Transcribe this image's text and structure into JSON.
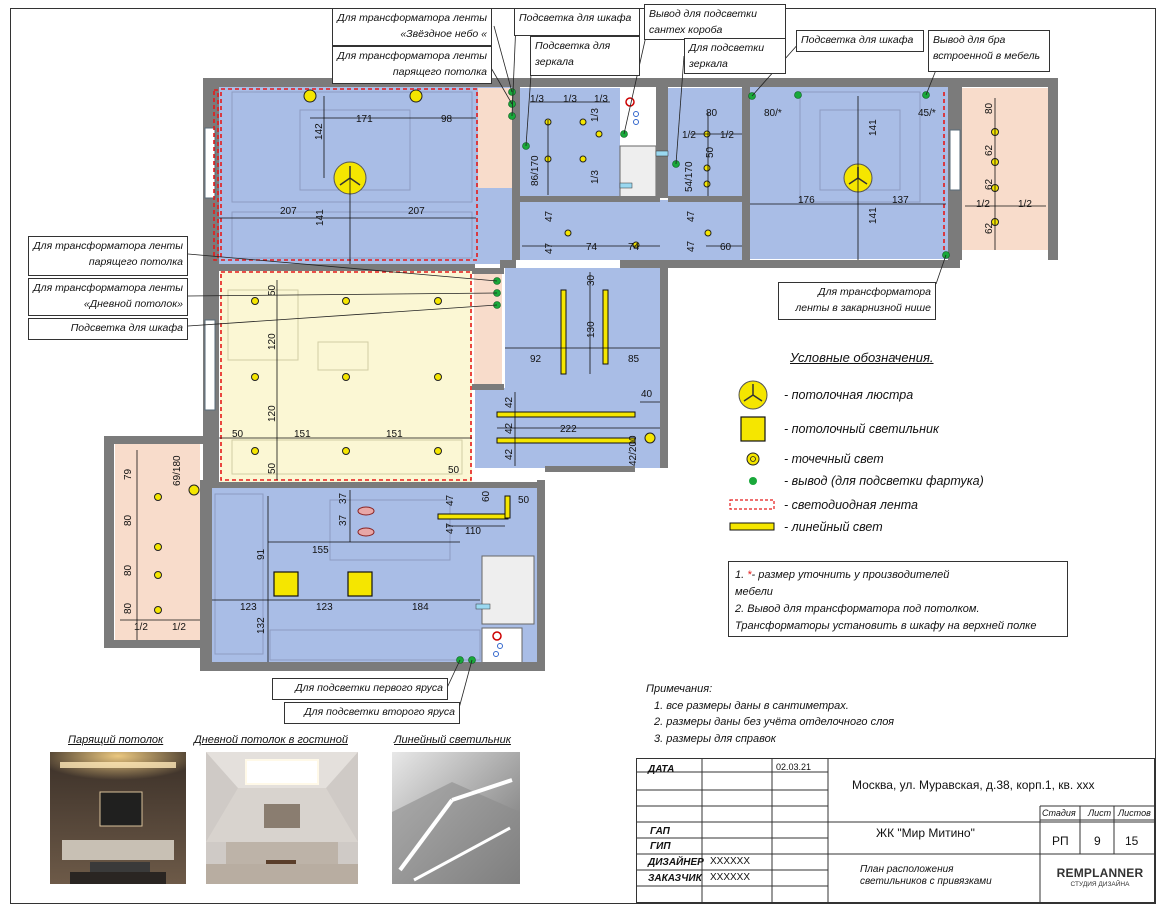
{
  "callouts": {
    "zvezdnoe": "Для трансформатора ленты «Звёздное небо «",
    "paryashiy_top": "Для трансформатора ленты парящего потолка",
    "podsvetka_shkafa_1": "Подсветка для шкафа",
    "podsvetka_zerkala_1": "Подсветка для зеркала",
    "vyvod_santeh": "Вывод для подсветки сантех короба",
    "podsvetka_zerkala_2": "Для подсветки зеркала",
    "podsvetka_shkafa_2": "Подсветка для шкафа",
    "bra": "Вывод для бра встроенной в мебель",
    "paryashiy_left": "Для трансформатора ленты парящего потолка",
    "dnevnoy": "Для трансформатора ленты «Дневной потолок»",
    "podsvetka_shkafa_3": "Подсветка для шкафа",
    "zakarniznaya": "Для трансформатора ленты в закарнизной нише",
    "pervyi_yarus": "Для подсветки первого яруса",
    "vtoroi_yarus": "Для подсветки второго яруса"
  },
  "dimensions": {
    "d171": "171",
    "d98": "98",
    "d142": "142",
    "d207a": "207",
    "d207b": "207",
    "d141a": "141",
    "d13a": "1/3",
    "d13b": "1/3",
    "d13c": "1/3",
    "d13d": "1/3",
    "d13e": "1/3",
    "d86": "86/170",
    "d80a": "80",
    "d12a": "1/2",
    "d12b": "1/2",
    "d50a": "50",
    "d54": "54/170",
    "d80s": "80/*",
    "d45s": "45/*",
    "d141b": "141",
    "d176": "176",
    "d137": "137",
    "d141c": "141",
    "d80b": "80",
    "d62a": "62",
    "d62b": "62",
    "d62c": "62",
    "d12c": "1/2",
    "d12d": "1/2",
    "d47a": "47",
    "d47b": "47",
    "d74a": "74",
    "d74b": "74",
    "d47c": "47",
    "d47d": "47",
    "d60a": "60",
    "d30": "30",
    "d130": "130",
    "d92": "92",
    "d85": "85",
    "d40": "40",
    "d42a": "42",
    "d42b": "42",
    "d42c": "42",
    "d222": "222",
    "d42200": "42/200",
    "d50b": "50",
    "d120a": "120",
    "d120b": "120",
    "d50c": "50",
    "d151a": "151",
    "d151b": "151",
    "d50d": "50",
    "d50e": "50",
    "d79": "79",
    "d80c": "80",
    "d80d": "80",
    "d80e": "80",
    "d69": "69/180",
    "d12e": "1/2",
    "d12f": "1/2",
    "d37a": "37",
    "d37b": "37",
    "d155": "155",
    "d91": "91",
    "d47e": "47",
    "d47f": "47",
    "d60b": "60",
    "d50f": "50",
    "d110": "110",
    "d123a": "123",
    "d123b": "123",
    "d184": "184",
    "d132": "132"
  },
  "legend": {
    "title": "Условные обозначения.",
    "items": [
      {
        "label": "- потолочная люстра"
      },
      {
        "label": "- потолочный светильник"
      },
      {
        "label": "- точечный свет"
      },
      {
        "label": "- вывод (для подсветки фартука)"
      },
      {
        "label": "- светодиодная лента"
      },
      {
        "label": "- линейный свет"
      }
    ]
  },
  "note_box": {
    "line1_mark": "1. ",
    "line1_star": "*",
    "line1_rest": "- размер уточнить у производителей",
    "line1b": "мебели",
    "line2": "2. Вывод для трансформатора под потолком.",
    "line3": "Трансформаторы установить в шкафу на верхней полке"
  },
  "remarks": {
    "title": "Примечания:",
    "items": [
      "1.  все размеры даны в сантиметрах.",
      "2.  размеры даны без учёта отделочного слоя",
      "3.  размеры для справок"
    ]
  },
  "photos": [
    {
      "label": "Парящий потолок"
    },
    {
      "label": "Дневной потолок в гостиной"
    },
    {
      "label": "Линейный светильник"
    }
  ],
  "title_block": {
    "data_label": "ДАТА",
    "date": "02.03.21",
    "address": "Москва, ул. Муравская, д.38, корп.1, кв. ххх",
    "stadiya_label": "Стадия",
    "list_label": "Лист",
    "listov_label": "Листов",
    "stadiya": "РП",
    "list": "9",
    "listov": "15",
    "project": "ЖК \"Мир Митино\"",
    "gap": "ГАП",
    "gip": "ГИП",
    "designer_label": "ДИЗАЙНЕР",
    "designer": "ХХХХХХ",
    "customer_label": "ЗАКАЗЧИК",
    "customer": "ХХХХХХ",
    "drawing_name": "План расположения светильников с привязками",
    "logo": "REMPLANNER",
    "logo_sub": "СТУДИЯ ДИЗАЙНА"
  },
  "colors": {
    "blue_zone": "#a9bde6",
    "yellow_zone": "#fbf7d4",
    "peach_zone": "#f8dccb",
    "wall": "#7b7b7b",
    "led_strip": "#e51a1a",
    "fixture": "#f5e600",
    "green_outlet": "#19a83a"
  }
}
